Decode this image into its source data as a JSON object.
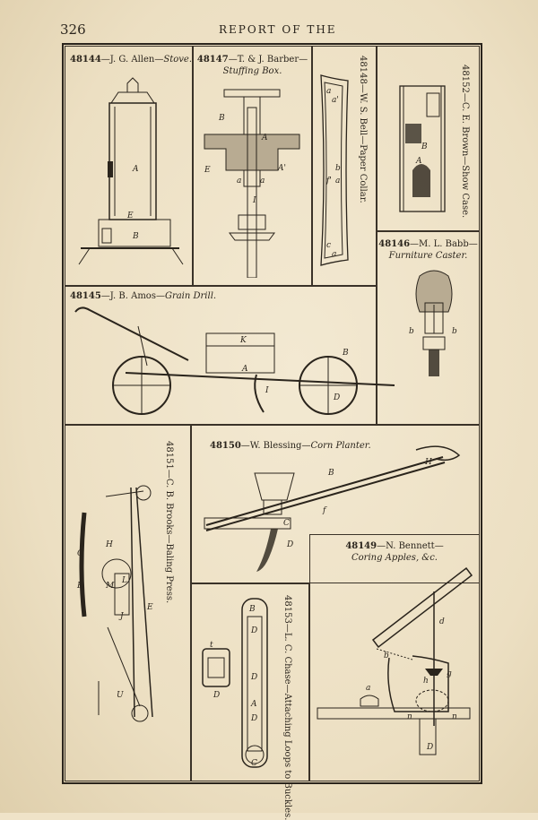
{
  "header": {
    "page_number": "326",
    "running_head": "REPORT OF THE"
  },
  "patents": [
    {
      "number": "48144",
      "inventor": "J. G. Allen",
      "title": "Stove."
    },
    {
      "number": "48147",
      "inventor": "T. & J. Barber",
      "title": "Stuffing Box."
    },
    {
      "number": "48148",
      "inventor": "W. S. Bell",
      "title": "Paper Collar."
    },
    {
      "number": "48152",
      "inventor": "C. E. Brown",
      "title": "Show Case."
    },
    {
      "number": "48146",
      "inventor": "M. L. Babb",
      "title": "Furniture Caster."
    },
    {
      "number": "48145",
      "inventor": "J. B. Amos",
      "title": "Grain Drill."
    },
    {
      "number": "48151",
      "inventor": "C. B. Brooks",
      "title": "Baling Press."
    },
    {
      "number": "48150",
      "inventor": "W. Blessing",
      "title": "Corn Planter."
    },
    {
      "number": "48149",
      "inventor": "N. Bennett",
      "title": "Coring Apples, &c."
    },
    {
      "number": "48153",
      "inventor": "L. C. Chase",
      "title": "Attaching Loops to Buckles."
    }
  ],
  "figure_letters": {
    "stove": [
      "A",
      "E",
      "B"
    ],
    "stuffing_box": [
      "B",
      "A",
      "E",
      "A'",
      "a",
      "a",
      "I"
    ],
    "paper_collar": [
      "a",
      "a'",
      "b",
      "a",
      "f'",
      "c",
      "a"
    ],
    "show_case": [
      "B",
      "A"
    ],
    "caster": [
      "b",
      "b"
    ],
    "grain_drill": [
      "K",
      "B",
      "A",
      "I",
      "D"
    ],
    "baling_press": [
      "G",
      "E",
      "H",
      "M",
      "L",
      "E",
      "J",
      "U"
    ],
    "corn_planter": [
      "B",
      "H",
      "f",
      "C",
      "D"
    ],
    "coring": [
      "d",
      "b",
      "g",
      "h",
      "a",
      "n",
      "n",
      "D"
    ],
    "buckle": [
      "B",
      "D",
      "D",
      "A",
      "D",
      "C",
      "t",
      "D"
    ]
  }
}
